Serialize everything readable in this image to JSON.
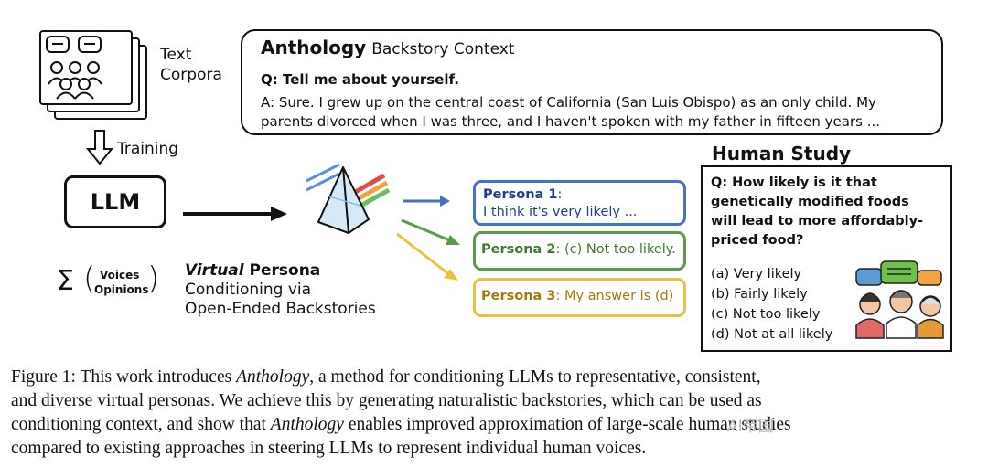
{
  "left": {
    "corpora_line1": "Text",
    "corpora_line2": "Corpora",
    "training_label": "Training",
    "llm_label": "LLM",
    "sum_symbol": "Σ",
    "paren_left": "(",
    "paren_right": ")",
    "voices": "Voices",
    "opinions": "Opinions"
  },
  "backstory": {
    "title": "Anthology",
    "subtitle": "Backstory Context",
    "question": "Q: Tell me about yourself.",
    "answer_line1": "A: Sure. I grew up on the central coast of California (San Luis Obispo) as an only child. My",
    "answer_line2": "parents divorced when I was three, and I haven't spoken with my father in fifteen years ..."
  },
  "virtual_persona": {
    "title_italic": "Virtual",
    "title_rest": " Persona",
    "line2": "Conditioning via",
    "line3": "Open-Ended Backstories"
  },
  "personas": [
    {
      "name": "Persona 1",
      "sep": ":",
      "text": "I think it's very likely ...",
      "color": "#4472c4"
    },
    {
      "name": "Persona 2",
      "sep": ":",
      "text": " (c) Not too likely.",
      "color": "#5b9b4a"
    },
    {
      "name": "Persona 3",
      "sep": ":",
      "text": " My answer is (d)",
      "color": "#e8c341"
    }
  ],
  "human_study": {
    "title": "Human Study",
    "question": "Q: How likely is it that genetically modified foods will lead to more affordably-priced food?",
    "options": [
      "(a)  Very likely",
      "(b)  Fairly likely",
      "(c)  Not too likely",
      "(d)  Not at all likely"
    ]
  },
  "caption": {
    "line1_a": "Figure 1:  This work introduces ",
    "line1_i": "Anthology",
    "line1_b": ", a method for conditioning LLMs to representative, consistent,",
    "line2": "and diverse virtual personas. We achieve this by generating naturalistic backstories, which can be used as",
    "line3_a": "conditioning context, and show that ",
    "line3_i": "Anthology",
    "line3_b": " enables improved approximation of large-scale human studies",
    "line4": "compared to existing approaches in steering LLMs to represent individual human voices."
  },
  "watermark": "AI帝国"
}
